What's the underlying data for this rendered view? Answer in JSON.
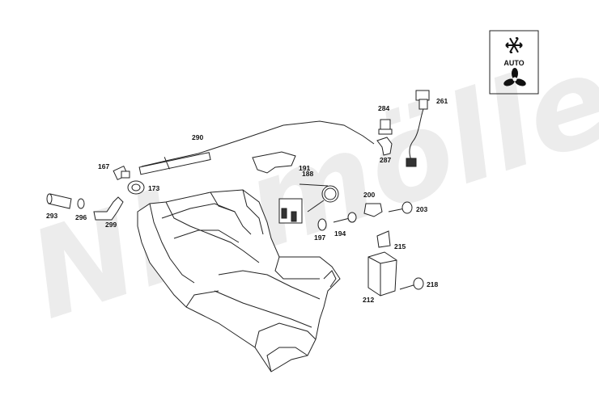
{
  "watermark": {
    "text": "Niemöller"
  },
  "climate_badge": {
    "mode_label": "AUTO",
    "icons": [
      "snowflake-icon",
      "fan-icon"
    ]
  },
  "part_labels": {
    "p261": "261",
    "p284": "284",
    "p287": "287",
    "p290": "290",
    "p167": "167",
    "p173": "173",
    "p191": "191",
    "p188": "188",
    "p200": "200",
    "p203": "203",
    "p293": "293",
    "p296": "296",
    "p299": "299",
    "p197": "197",
    "p194": "194",
    "p215": "215",
    "p212": "212",
    "p218": "218"
  }
}
